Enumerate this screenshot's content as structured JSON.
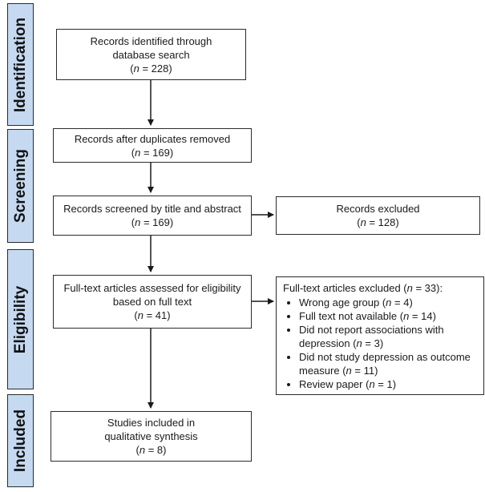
{
  "phases": {
    "identification": "Identification",
    "screening": "Screening",
    "eligibility": "Eligibility",
    "included": "Included"
  },
  "boxes": {
    "identified": {
      "line1": "Records identified through",
      "line2": "database search",
      "n_label": "n",
      "n_value": " = 228)"
    },
    "duplicates": {
      "line1": "Records after duplicates removed",
      "n_label": "n",
      "n_value": " = 169)"
    },
    "screened": {
      "line1": "Records screened by title and abstract",
      "n_label": "n",
      "n_value": " = 169)"
    },
    "excluded": {
      "line1": "Records excluded",
      "n_label": "n",
      "n_value": " = 128)"
    },
    "fulltext": {
      "line1": "Full-text articles assessed for eligibility",
      "line2": "based on full text",
      "n_label": "n",
      "n_value": " = 41)"
    },
    "included": {
      "line1": "Studies included in",
      "line2": "qualitative synthesis",
      "n_label": "n",
      "n_value": " = 8)"
    }
  },
  "fulltext_excluded": {
    "title_prefix": "Full-text articles excluded (",
    "title_n": "n",
    "title_suffix": " = 33):",
    "reasons": [
      {
        "text": "Wrong age group (",
        "n": "n",
        "count": " = 4)"
      },
      {
        "text": "Full text not available (",
        "n": "n",
        "count": " = 14)"
      },
      {
        "text": "Did not report associations with depression (",
        "n": "n",
        "count": " = 3)"
      },
      {
        "text": "Did not study depression as outcome measure (",
        "n": "n",
        "count": " = 11)"
      },
      {
        "text": "Review paper (",
        "n": "n",
        "count": " = 1)"
      }
    ]
  }
}
